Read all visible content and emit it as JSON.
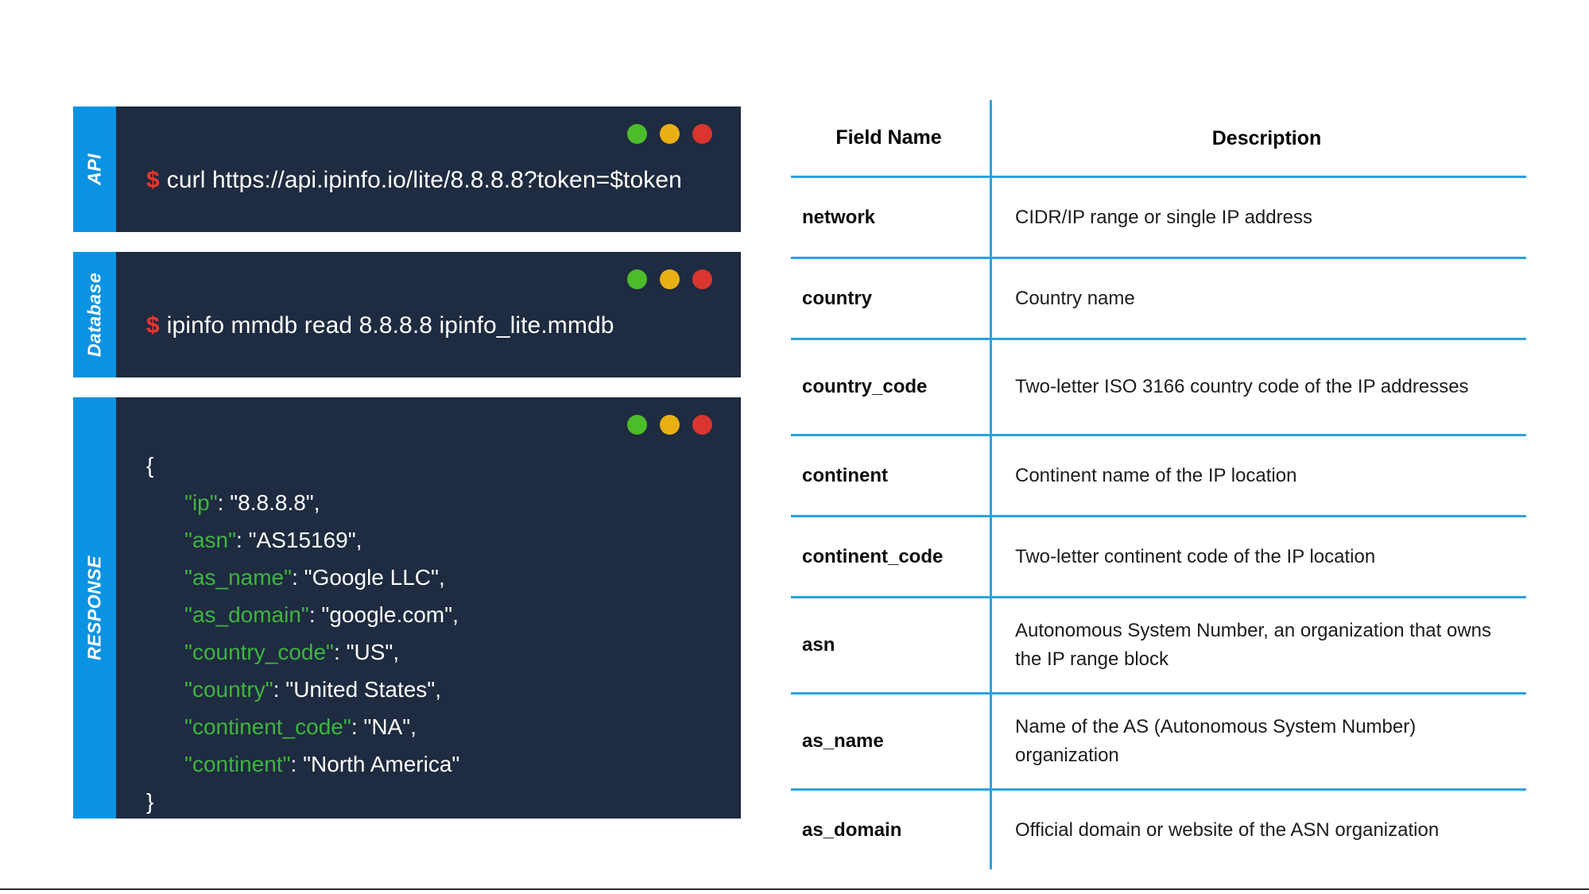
{
  "terminals": [
    {
      "side_label": "API",
      "prompt": "$",
      "command": "curl https://api.ipinfo.io/lite/8.8.8.8?token=$token",
      "window_dots": [
        "green",
        "amber",
        "red"
      ]
    },
    {
      "side_label": "Database",
      "prompt": "$",
      "command": "ipinfo mmdb read 8.8.8.8 ipinfo_lite.mmdb",
      "window_dots": [
        "green",
        "amber",
        "red"
      ]
    }
  ],
  "response": {
    "side_label": "RESPONSE",
    "window_dots": [
      "green",
      "amber",
      "red"
    ],
    "open_brace": "{",
    "close_brace": "}",
    "entries": [
      {
        "key": "\"ip\"",
        "sep": ": ",
        "value": "\"8.8.8.8\"",
        "comma": ","
      },
      {
        "key": "\"asn\"",
        "sep": ": ",
        "value": "\"AS15169\"",
        "comma": ","
      },
      {
        "key": "\"as_name\"",
        "sep": ": ",
        "value": "\"Google LLC\"",
        "comma": ","
      },
      {
        "key": "\"as_domain\"",
        "sep": ": ",
        "value": "\"google.com\"",
        "comma": ","
      },
      {
        "key": "\"country_code\"",
        "sep": ": ",
        "value": "\"US\"",
        "comma": ","
      },
      {
        "key": "\"country\"",
        "sep": ": ",
        "value": "\"United States\"",
        "comma": ","
      },
      {
        "key": "\"continent_code\"",
        "sep": ": ",
        "value": "\"NA\"",
        "comma": ","
      },
      {
        "key": "\"continent\"",
        "sep": ": ",
        "value": "\"North America\"",
        "comma": ""
      }
    ]
  },
  "field_table": {
    "headers": {
      "field_name": "Field Name",
      "description": "Description"
    },
    "rows": [
      {
        "field": "network",
        "description": "CIDR/IP range or single IP address"
      },
      {
        "field": "country",
        "description": "Country name"
      },
      {
        "field": "country_code",
        "description": "Two-letter ISO 3166 country code of the IP addresses"
      },
      {
        "field": "continent",
        "description": "Continent name of the IP location"
      },
      {
        "field": "continent_code",
        "description": "Two-letter continent code of the IP location"
      },
      {
        "field": "asn",
        "description": "Autonomous System Number, an organization that owns the IP range block"
      },
      {
        "field": "as_name",
        "description": "Name of the AS (Autonomous System Number) organization"
      },
      {
        "field": "as_domain",
        "description": "Official domain or website of the ASN organization"
      }
    ]
  },
  "colors": {
    "accent_blue": "#0b93e3",
    "rule_blue": "#29a3e0",
    "terminal_bg": "#1e2b40",
    "prompt_red": "#e8362f",
    "json_key_green": "#3fb53f",
    "dot_green": "#4cbb2c",
    "dot_amber": "#e8b013",
    "dot_red": "#d8362f"
  }
}
